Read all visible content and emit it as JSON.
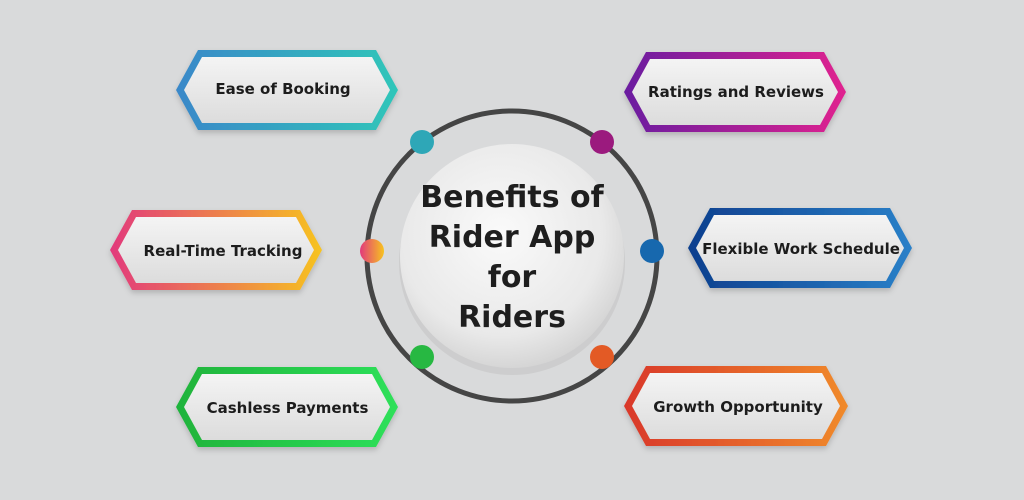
{
  "center": {
    "title_lines": [
      "Benefits of",
      "Rider App for",
      "Riders"
    ]
  },
  "benefits": [
    {
      "label": "Ease of Booking",
      "color_start": "#3a88c9",
      "color_end": "#2fc6b9",
      "dot_color": "#2ea7b7"
    },
    {
      "label": "Ratings and Reviews",
      "color_start": "#6a1fa0",
      "color_end": "#e0208f",
      "dot_color": "#9b1a7e"
    },
    {
      "label": "Real-Time Tracking",
      "color_start": "#e23a7c",
      "color_end": "#f7c31f",
      "dot_color": "#ef6a5a"
    },
    {
      "label": "Flexible Work Schedule",
      "color_start": "#0e3f8e",
      "color_end": "#2a80c8",
      "dot_color": "#1768ae"
    },
    {
      "label": "Cashless Payments",
      "color_start": "#1fb33b",
      "color_end": "#2ee05a",
      "dot_color": "#27b842"
    },
    {
      "label": "Growth Opportunity",
      "color_start": "#d9382a",
      "color_end": "#f08a2a",
      "dot_color": "#e35a25"
    }
  ],
  "colors": {
    "background": "#d9dadb",
    "ring": "#454545",
    "center_disc": "#eeeeee"
  }
}
